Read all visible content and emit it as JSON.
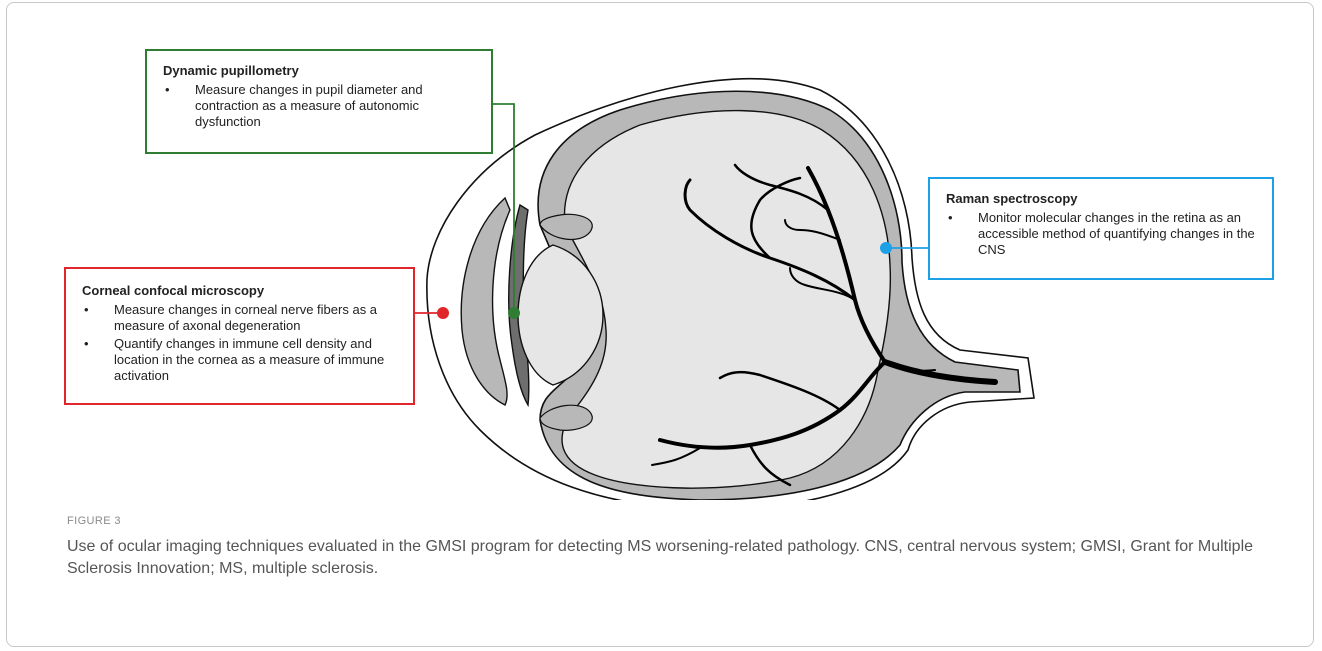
{
  "callouts": {
    "pupillometry": {
      "title": "Dynamic pupillometry",
      "bullets": [
        "Measure changes in pupil diameter and contraction as a measure of autonomic dysfunction"
      ]
    },
    "raman": {
      "title": "Raman spectroscopy",
      "bullets": [
        "Monitor molecular changes in the retina as an accessible method of quantifying changes in the CNS"
      ]
    },
    "corneal": {
      "title": "Corneal confocal microscopy",
      "bullets": [
        "Measure changes in corneal nerve fibers as a measure of axonal degeneration",
        "Quantify changes in immune cell density and location in the cornea as a measure of immune activation"
      ]
    }
  },
  "colors": {
    "pupillometry": "#2e7d32",
    "raman": "#1da1e6",
    "corneal": "#e0262b",
    "eye_fill": "#e6e6e6",
    "tissue": "#b8b8b8",
    "iris": "#6e6e6e",
    "vessels": "#000000"
  },
  "figure": {
    "label": "FIGURE 3",
    "caption": "Use of ocular imaging techniques evaluated in the GMSI program for detecting MS worsening-related pathology. CNS, central nervous system; GMSI, Grant for Multiple Sclerosis Innovation; MS, multiple sclerosis."
  }
}
